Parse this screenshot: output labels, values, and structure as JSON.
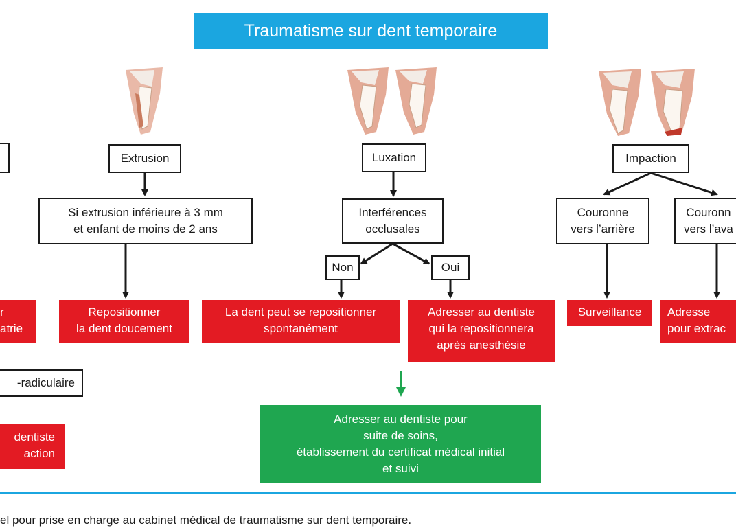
{
  "title": "Traumatisme sur dent temporaire",
  "left_partial": {
    "red_box_top": "r\natrie",
    "node": "-radiculaire",
    "red_box_bottom": "dentiste\naction"
  },
  "extrusion": {
    "label": "Extrusion",
    "condition": "Si extrusion inférieure à 3 mm\net enfant de moins de 2 ans",
    "action": "Repositionner\nla dent doucement"
  },
  "luxation": {
    "label": "Luxation",
    "question": "Interférences\nocclusales",
    "no_label": "Non",
    "yes_label": "Oui",
    "no_action": "La dent peut se repositionner\nspontanément",
    "yes_action": "Adresser au dentiste\nqui la repositionnera\naprès anesthésie"
  },
  "impaction": {
    "label": "Impaction",
    "back": "Couronne\nvers l’arrière",
    "front": "Couronn\nvers l’ava",
    "back_action": "Surveillance",
    "front_action": "Adresse\npour extrac"
  },
  "final": "Adresser au dentiste pour\nsuite de soins,\nétablissement du certificat médical initial\net suivi",
  "caption": "el pour prise en charge au cabinet médical de traumatisme sur dent temporaire.",
  "colors": {
    "blue": "#1ba6e0",
    "red": "#e31b23",
    "green": "#1fa650"
  },
  "icons": [
    "tooth-illustration-icon"
  ]
}
